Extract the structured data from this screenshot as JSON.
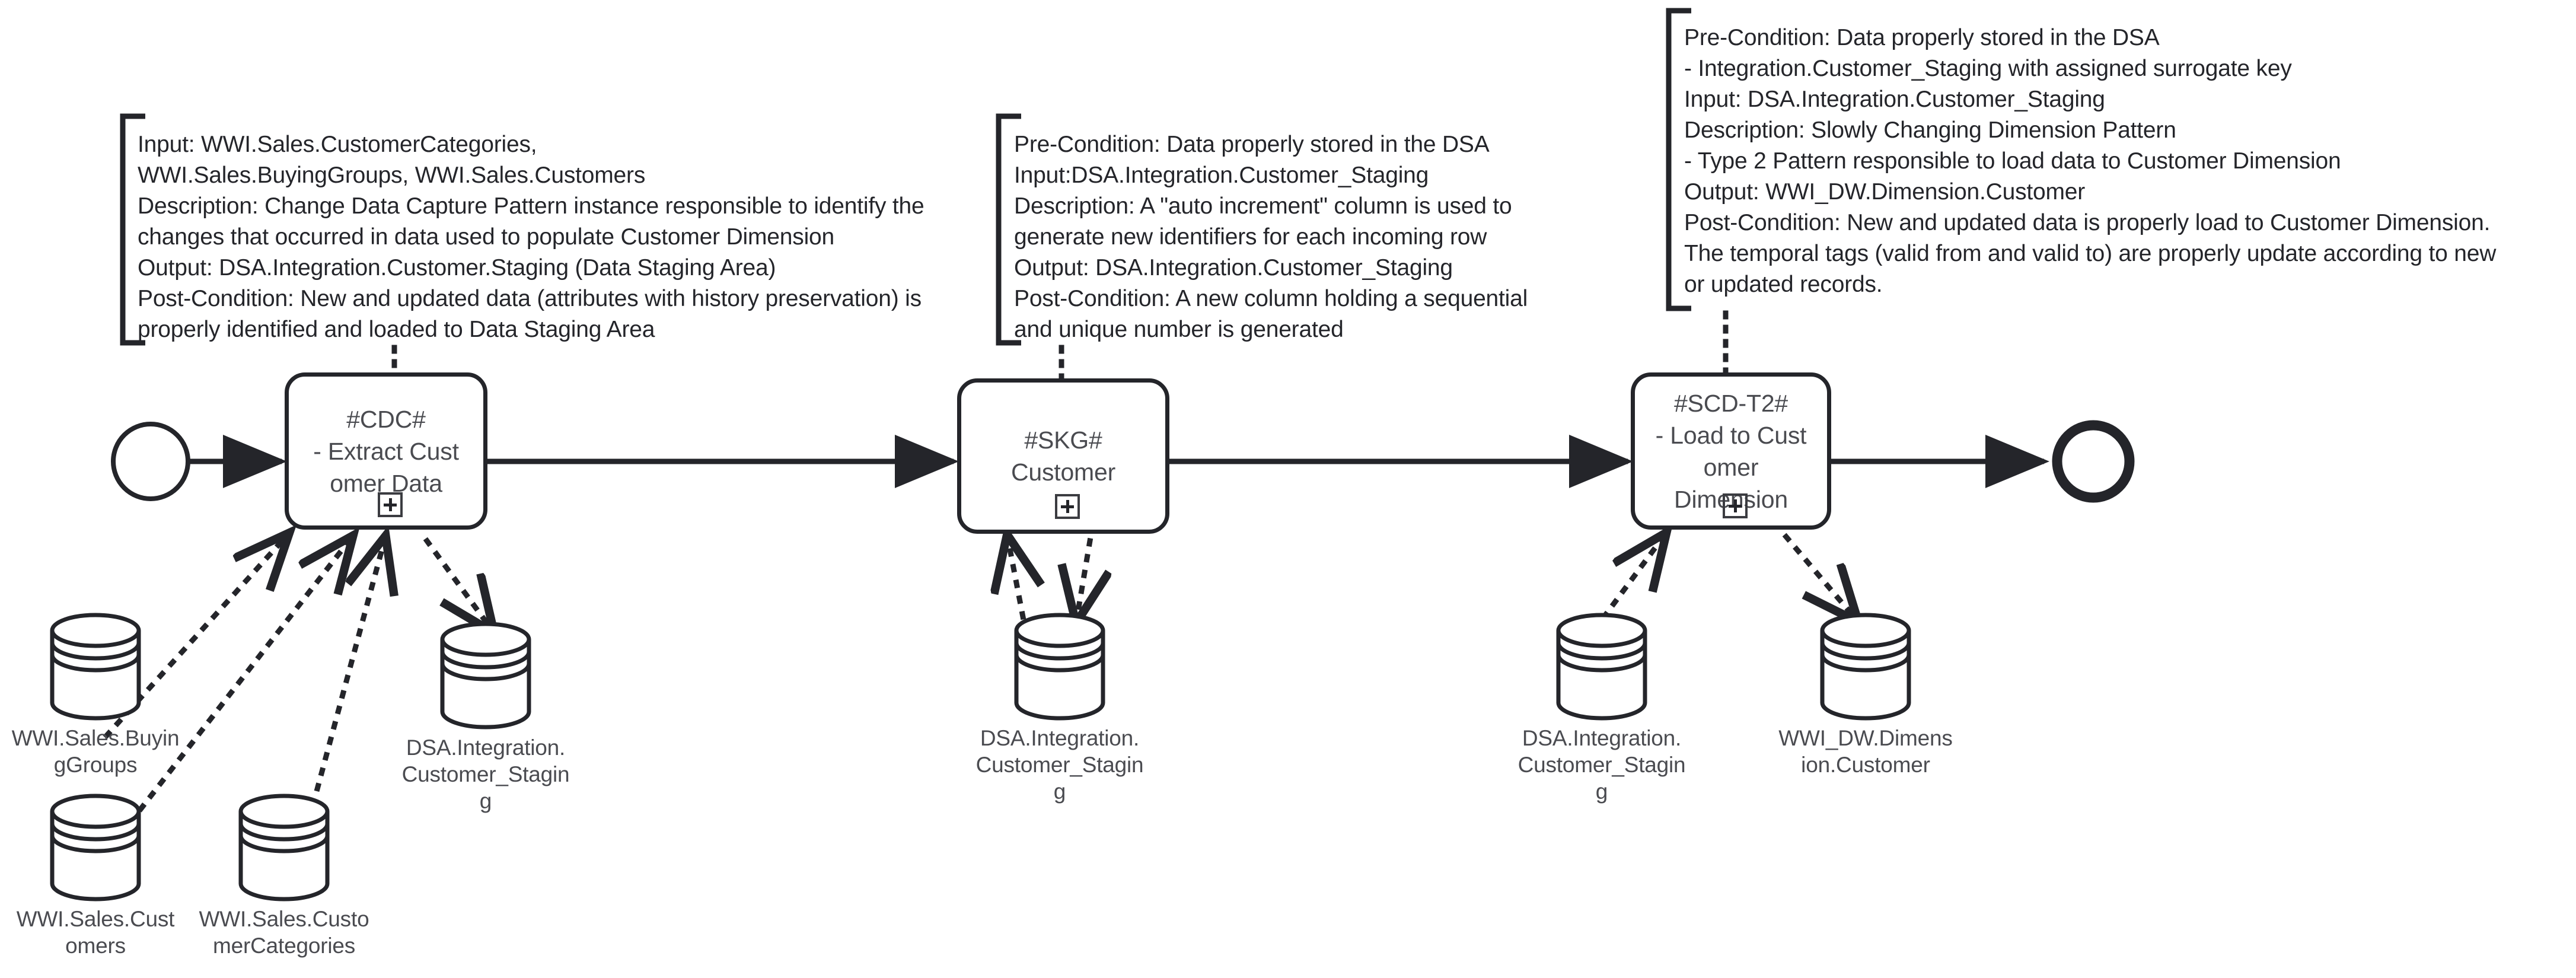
{
  "diagram": {
    "title": "Customer Dimension ETL Process",
    "type": "bpmn-process",
    "colors": {
      "stroke": "#24252a",
      "text": "#4a4b50",
      "background": "#ffffff"
    }
  },
  "events": {
    "start": {
      "name": "start-event",
      "label": ""
    },
    "end": {
      "name": "end-event",
      "label": ""
    }
  },
  "tasks": [
    {
      "id": "cdc",
      "label": "#CDC#\n- Extract Cust\nomer Data",
      "marker": "subprocess-plus"
    },
    {
      "id": "skg",
      "label": "#SKG#\nCustomer",
      "marker": "subprocess-plus"
    },
    {
      "id": "scdt2",
      "label": "#SCD-T2#\n- Load to Cust\nomer\nDimension",
      "marker": "subprocess-plus"
    }
  ],
  "annotations": [
    {
      "id": "anno-cdc",
      "text": "Input: WWI.Sales.CustomerCategories,\nWWI.Sales.BuyingGroups, WWI.Sales.Customers\nDescription: Change Data Capture Pattern instance responsible to identify the\nchanges that occurred in data used to populate Customer Dimension\nOutput: DSA.Integration.Customer.Staging (Data Staging Area)\nPost-Condition: New and updated data (attributes with history preservation) is\nproperly identified and loaded to Data Staging Area"
    },
    {
      "id": "anno-skg",
      "text": "Pre-Condition: Data properly stored in the DSA\nInput:DSA.Integration.Customer_Staging\nDescription: A \"auto increment\" column is used to\ngenerate new identifiers for each incoming row\nOutput: DSA.Integration.Customer_Staging\nPost-Condition: A new column holding a sequential\nand unique number is generated"
    },
    {
      "id": "anno-scd",
      "text": "Pre-Condition: Data properly stored in the DSA\n- Integration.Customer_Staging with assigned surrogate key\nInput: DSA.Integration.Customer_Staging\nDescription: Slowly Changing Dimension Pattern\n- Type 2 Pattern responsible to load data to Customer Dimension\nOutput: WWI_DW.Dimension.Customer\nPost-Condition: New and updated data is properly load to Customer Dimension.\nThe temporal tags (valid from and valid to) are properly update according to new\nor updated records."
    }
  ],
  "data_stores": [
    {
      "id": "ds-buyinggroups",
      "label": "WWI.Sales.Buyin\ngGroups"
    },
    {
      "id": "ds-customers",
      "label": "WWI.Sales.Cust\nomers"
    },
    {
      "id": "ds-customercategories",
      "label": "WWI.Sales.Custo\nmerCategories"
    },
    {
      "id": "ds-staging-cdc",
      "label": "DSA.Integration.\nCustomer_Stagin\ng"
    },
    {
      "id": "ds-staging-skg",
      "label": "DSA.Integration.\nCustomer_Stagin\ng"
    },
    {
      "id": "ds-staging-scd",
      "label": "DSA.Integration.\nCustomer_Stagin\ng"
    },
    {
      "id": "ds-dim-customer",
      "label": "WWI_DW.Dimens\nion.Customer"
    }
  ]
}
